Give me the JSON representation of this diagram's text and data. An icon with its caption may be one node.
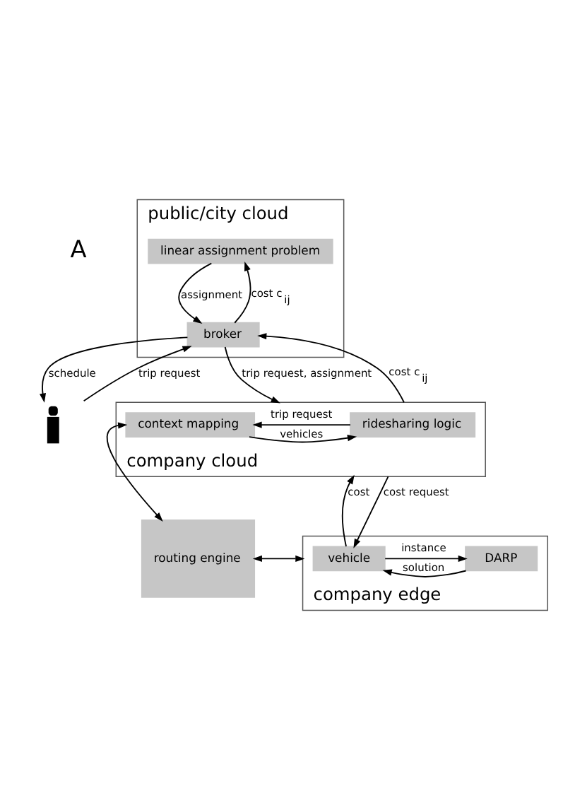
{
  "diagram": {
    "nodes": [
      {
        "text": [
          "public/city cloud"
        ]
      },
      {
        "text": [
          "linear assignment problem"
        ],
        "in": 0
      },
      {
        "text": [
          "broker"
        ],
        "in": 0
      },
      {
        "text": [],
        "shape": "person"
      },
      {
        "text": [
          "company cloud"
        ]
      },
      {
        "text": [
          "context mapping"
        ],
        "in": 4
      },
      {
        "text": [
          "ridesharing logic"
        ],
        "in": 4
      },
      {
        "text": [
          "routing engine"
        ]
      },
      {
        "text": [
          "company edge"
        ]
      },
      {
        "text": [
          "DARP"
        ],
        "in": 8
      },
      {
        "text": [
          "vehicle"
        ],
        "in": 8
      }
    ],
    "edges": [
      {
        "from": 1,
        "to": 2,
        "arrow": "to",
        "label": "assignment"
      },
      {
        "from": 2,
        "to": 1,
        "arrow": "to",
        "label": "cost c$_{ij}$"
      },
      {
        "from": 2,
        "to": 3,
        "arrow": "to",
        "label": "schedule"
      },
      {
        "from": 3,
        "to": 2,
        "arrow": "to",
        "label": "trip request"
      },
      {
        "from": 2,
        "to": 4,
        "arrow": "to",
        "label": "trip request, assignment"
      },
      {
        "from": 4,
        "to": 2,
        "arrow": "to",
        "label": "cost c$_{ij}$"
      },
      {
        "from": 6,
        "to": 5,
        "arrow": "to",
        "label": "trip request"
      },
      {
        "from": 5,
        "to": 6,
        "arrow": "to",
        "label": "vehicles"
      },
      {
        "from": 5,
        "to": 7,
        "arrow": "both"
      },
      {
        "from": 4,
        "to": 10,
        "arrow": "to",
        "label": "cost request"
      },
      {
        "from": 10,
        "to": 4,
        "arrow": "to",
        "label": "cost"
      },
      {
        "from": 7,
        "to": 8,
        "arrow": "both"
      },
      {
        "from": 10,
        "to": 9,
        "arrow": "to",
        "label": "instance"
      },
      {
        "from": 9,
        "to": 10,
        "arrow": "to",
        "label": "solution"
      }
    ],
    "labels": [
      "A"
    ]
  }
}
